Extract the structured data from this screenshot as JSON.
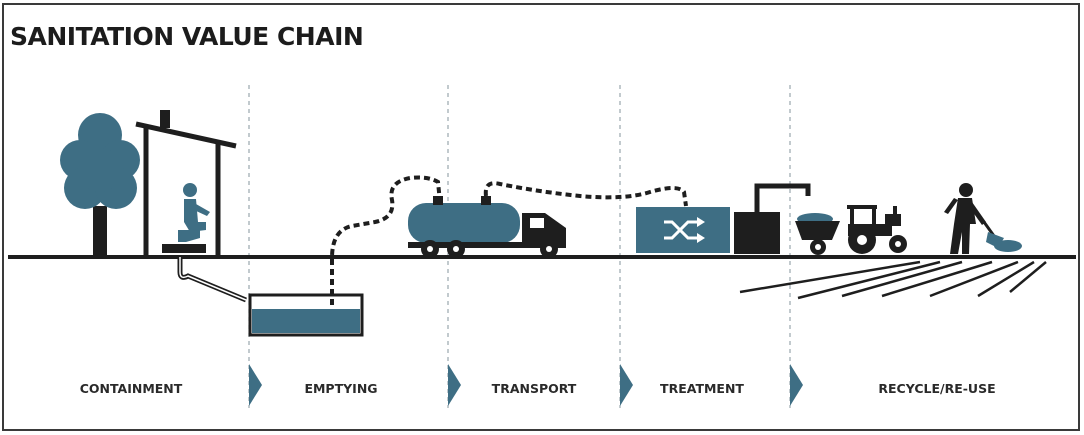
{
  "title": "SANITATION VALUE CHAIN",
  "stages": [
    "CONTAINMENT",
    "EMPTYING",
    "TRANSPORT",
    "TREATMENT",
    "RECYCLE/RE-USE"
  ],
  "colors": {
    "accent": "#3e6e84",
    "dark": "#1e1e1e",
    "divider": "#9aa6ad"
  }
}
